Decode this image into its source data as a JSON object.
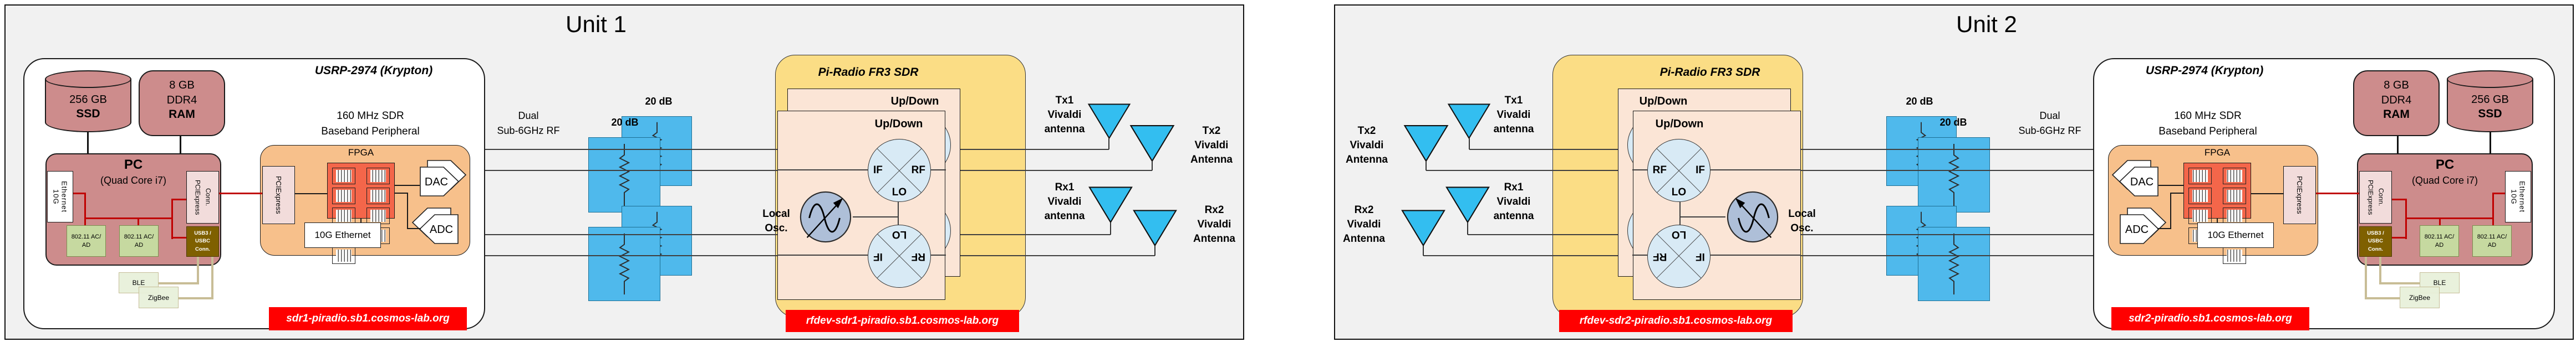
{
  "unit1": {
    "title": "Unit 1",
    "usrp_hostname": "sdr1-piradio.sb1.cosmos-lab.org",
    "piradio_hostname": "rfdev-sdr1-piradio.sb1.cosmos-lab.org"
  },
  "unit2": {
    "title": "Unit 2",
    "usrp_hostname": "sdr2-piradio.sb1.cosmos-lab.org",
    "piradio_hostname": "rfdev-sdr2-piradio.sb1.cosmos-lab.org"
  },
  "usrp": {
    "title": "USRP-2974 (Krypton)",
    "subtitle": "160 MHz SDR\nBaseband Peripheral",
    "ssd_capacity": "256 GB",
    "ssd_label": "SSD",
    "ram_capacity": "8 GB\nDDR4",
    "ram_label": "RAM",
    "pc_title": "PC",
    "pc_subtitle": "(Quad Core i7)",
    "pc_ethernet": "10G\nEthernet",
    "wifi": "802.11 AC/\nAD",
    "pcie_conn": "PCIExpress\nConn.",
    "usb": "USB3 /\nUSBC\nConn.",
    "ble": "BLE",
    "zigbee": "ZigBee"
  },
  "baseband": {
    "pcie": "PCIExpress",
    "fpga": "FPGA",
    "ethernet": "10G Ethernet",
    "dac": "DAC",
    "adc": "ADC"
  },
  "rf_path": {
    "dual_label": "Dual\nSub-6GHz RF",
    "attenuation": "20 dB"
  },
  "piradio": {
    "title": "Pi-Radio FR3 SDR",
    "updown": "Up/Down",
    "mixer_if": "IF",
    "mixer_rf": "RF",
    "mixer_lo": "LO",
    "local_osc": "Local\nOsc."
  },
  "antennas": {
    "tx1": "Tx1\nVivaldi\nantenna",
    "tx2": "Tx2\nVivaldi\nAntenna",
    "rx1": "Rx1\nVivaldi\nantenna",
    "rx2": "Rx2\nVivaldi\nAntenna"
  },
  "colors": {
    "unit_background": "#f1f1f1",
    "device_rose": "#CD8C8C",
    "baseband_orange": "#F7C08B",
    "fpga_red": "#F4664A",
    "attenuator_blue": "#4FB9EC",
    "piradio_yellow": "#FBDD85",
    "updown_peach": "#FBE5D6",
    "mixer_blue": "#D8EAF5",
    "osc_blue": "#AEBFD8",
    "antenna_cyan": "#33BEF0",
    "hostname_red": "#FF0000",
    "wire_red": "#C00000",
    "wire_tan": "#C8BD96",
    "wifi_green": "#C6D9A0",
    "usb_olive": "#7F6000"
  }
}
